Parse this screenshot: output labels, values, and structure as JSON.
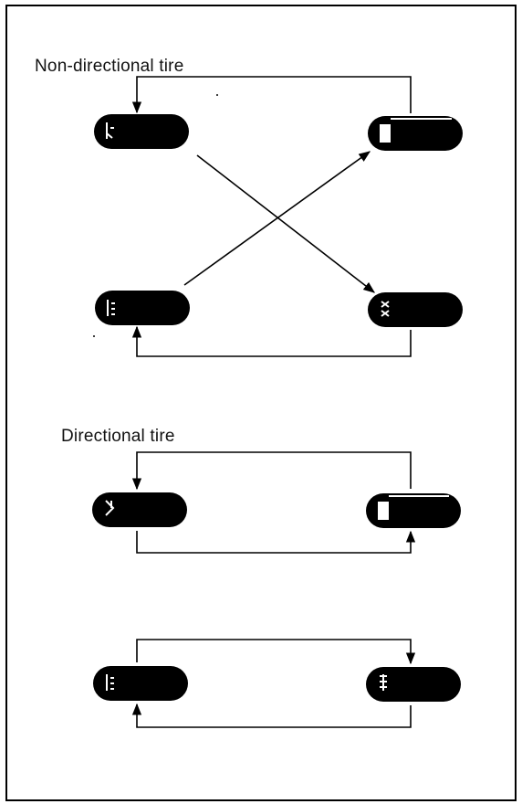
{
  "sections": [
    {
      "id": "non-directional",
      "title": "Non-directional tire"
    },
    {
      "id": "directional",
      "title": "Directional tire"
    }
  ],
  "colors": {
    "ink": "#000000",
    "paper": "#ffffff"
  },
  "icons": {
    "tire": "tire-icon",
    "arrow": "arrowhead-icon"
  }
}
